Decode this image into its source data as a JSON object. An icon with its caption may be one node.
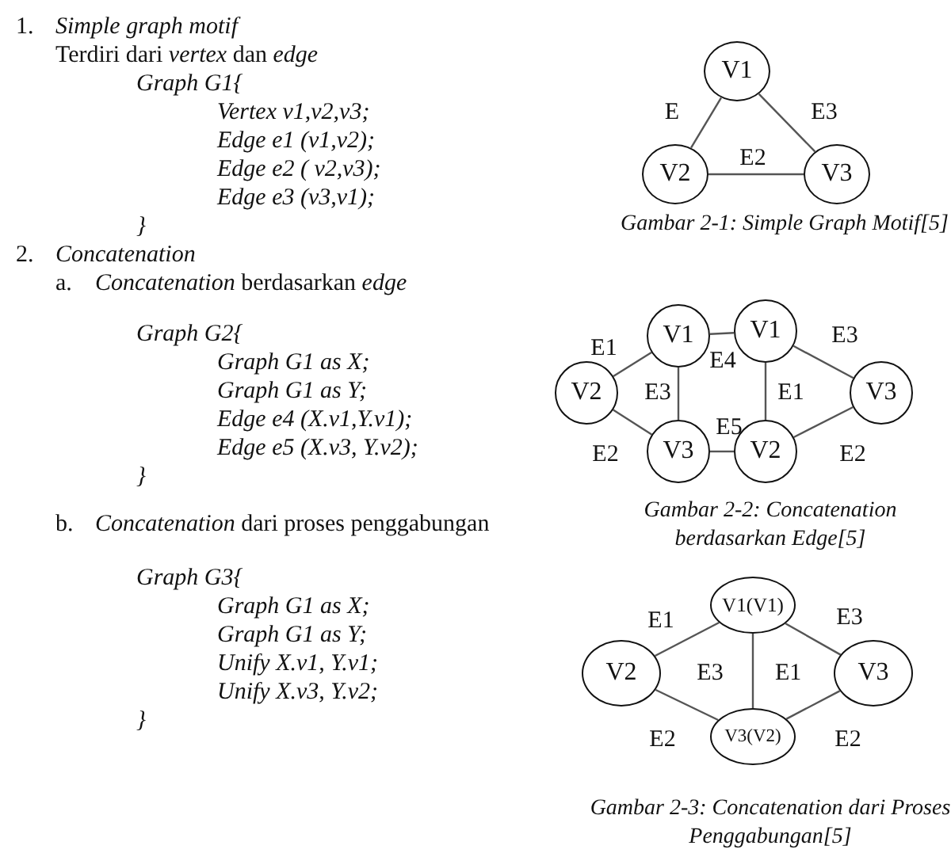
{
  "diagram": {
    "nodes": [
      {
        "text": [
          "V1"
        ]
      },
      {
        "text": [
          "V2"
        ]
      },
      {
        "text": [
          "V3"
        ]
      },
      {
        "text": [
          "V2"
        ]
      },
      {
        "text": [
          "V1"
        ]
      },
      {
        "text": [
          "V3"
        ]
      },
      {
        "text": [
          "V1"
        ]
      },
      {
        "text": [
          "V2"
        ]
      },
      {
        "text": [
          "V3"
        ]
      },
      {
        "text": [
          "V2"
        ]
      },
      {
        "text": [
          "V1(V1)"
        ]
      },
      {
        "text": [
          "V3(V2)"
        ]
      },
      {
        "text": [
          "V3"
        ]
      }
    ],
    "edges": [
      {
        "from": 0,
        "to": 1,
        "arrow": "none",
        "label": "E"
      },
      {
        "from": 1,
        "to": 2,
        "arrow": "none",
        "label": "E2"
      },
      {
        "from": 2,
        "to": 0,
        "arrow": "none",
        "label": "E3"
      },
      {
        "from": 3,
        "to": 4,
        "arrow": "none",
        "label": "E1"
      },
      {
        "from": 4,
        "to": 5,
        "arrow": "none",
        "label": "E3"
      },
      {
        "from": 5,
        "to": 3,
        "arrow": "none",
        "label": "E2"
      },
      {
        "from": 4,
        "to": 6,
        "arrow": "none",
        "label": "E4"
      },
      {
        "from": 5,
        "to": 7,
        "arrow": "none",
        "label": "E5"
      },
      {
        "from": 6,
        "to": 7,
        "arrow": "none",
        "label": "E1"
      },
      {
        "from": 6,
        "to": 8,
        "arrow": "none",
        "label": "E3"
      },
      {
        "from": 7,
        "to": 8,
        "arrow": "none",
        "label": "E2"
      },
      {
        "from": 9,
        "to": 10,
        "arrow": "none",
        "label": "E1"
      },
      {
        "from": 10,
        "to": 11,
        "arrow": "none",
        "label": "E3"
      },
      {
        "from": 11,
        "to": 9,
        "arrow": "none",
        "label": "E2"
      },
      {
        "from": 10,
        "to": 12,
        "arrow": "none",
        "label": "E3"
      },
      {
        "from": 11,
        "to": 12,
        "arrow": "none",
        "label": "E2"
      }
    ],
    "labels": [
      "1.",
      "Simple graph motif",
      "Terdiri dari *vertex* dan *edge*",
      "Graph G1{",
      "Vertex v1,v2,v3;",
      "Edge e1 (v1,v2);",
      "Edge e2 ( v2,v3);",
      "Edge e3 (v3,v1);",
      "}",
      "2.",
      "Concatenation",
      "a.",
      "*Concatenation* berdasarkan *edge*",
      "Graph G2{",
      "Graph G1 as X;",
      "Graph G1 as Y;",
      "Edge e4 (X.v1,Y.v1);",
      "Edge e5 (X.v3, Y.v2);",
      "}",
      "b.",
      "*Concatenation* dari proses penggabungan",
      "Graph G3{",
      "Graph G1 as X;",
      "Graph G1 as Y;",
      "Unify X.v1, Y.v1;",
      "Unify X.v3, Y.v2;",
      "}",
      "Gambar 2-1: Simple Graph Motif[5]",
      "Gambar 2-2: Concatenation berdasarkan Edge[5]",
      "Gambar 2-3: Concatenation dari Proses Penggabungan[5]",
      "E1"
    ]
  }
}
